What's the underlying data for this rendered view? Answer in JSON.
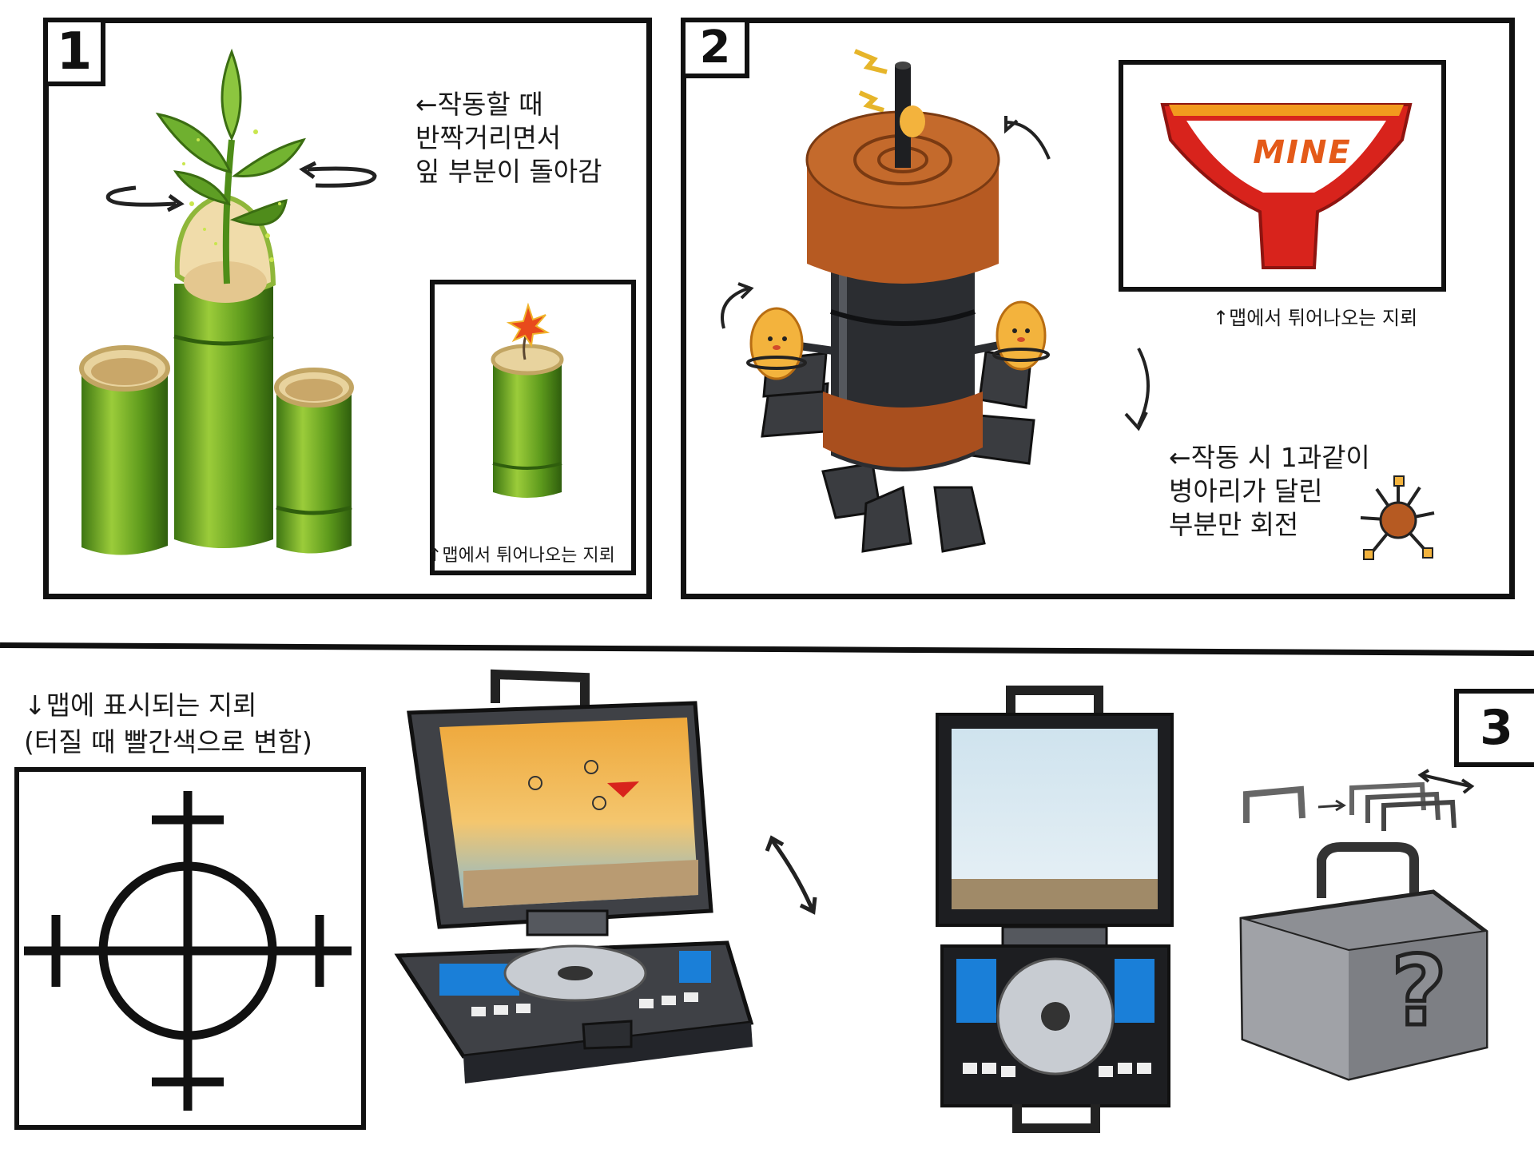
{
  "panels": [
    {
      "number": "1",
      "caption": "←작동할 때\n반짝거리면서\n잎 부분이 돌아감",
      "inset_caption": "↑맵에서 튀어나오는 지뢰"
    },
    {
      "number": "2",
      "mine_sign_text": "MINE",
      "sign_caption": "↑맵에서 튀어나오는 지뢰",
      "caption": "←작동 시 1과같이\n병아리가 달린\n부분만 회전"
    },
    {
      "number": "3",
      "map_marker_caption": "↓맵에 표시되는 지뢰\n(터질 때 빨간색으로 변함)",
      "case_symbol": "?"
    }
  ],
  "colors": {
    "ink": "#111111",
    "bamboo_green": "#5d9a1c",
    "bamboo_light": "#9bcc3a",
    "barrel_orange": "#b65a22",
    "barrel_dark": "#2b2d31",
    "sign_red": "#d8231c",
    "sign_orange": "#f29a1e",
    "chick_yellow": "#f3b33d",
    "device_gray": "#3f4146",
    "screen_sky": "#eea73a",
    "screen_snow": "#cfe3ee",
    "keypad_blue": "#1a7fd8"
  },
  "icons": [
    "bamboo-mine-icon",
    "barrel-mine-icon",
    "crosshair-icon",
    "laptop-device-icon",
    "briefcase-icon"
  ]
}
